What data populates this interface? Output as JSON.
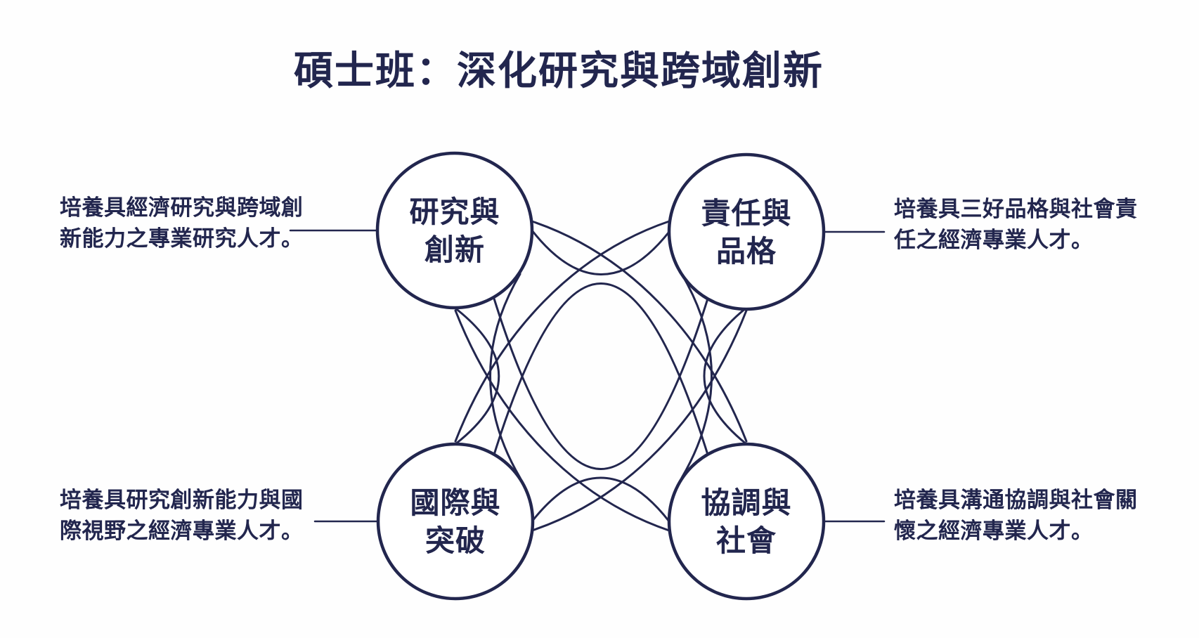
{
  "title": "碩士班：深化研究與跨域創新",
  "colors": {
    "ink": "#22264e",
    "background": "#fefefe",
    "node_fill": "#ffffff"
  },
  "nodes": [
    {
      "id": "research-innovation",
      "position": "top-left",
      "label_line1": "研究與",
      "label_line2": "創新",
      "desc_line1": "培養具經濟研究與跨域創",
      "desc_line2": "新能力之專業研究人才。"
    },
    {
      "id": "responsibility-character",
      "position": "top-right",
      "label_line1": "責任與",
      "label_line2": "品格",
      "desc_line1": "培養具三好品格與社會責",
      "desc_line2": "任之經濟專業人才。"
    },
    {
      "id": "international-breakthrough",
      "position": "bottom-left",
      "label_line1": "國際與",
      "label_line2": "突破",
      "desc_line1": "培養具研究創新能力與國",
      "desc_line2": "際視野之經濟專業人才。"
    },
    {
      "id": "coordination-society",
      "position": "bottom-right",
      "label_line1": "協調與",
      "label_line2": "社會",
      "desc_line1": "培養具溝通協調與社會關",
      "desc_line2": "懷之經濟專業人才。"
    }
  ]
}
